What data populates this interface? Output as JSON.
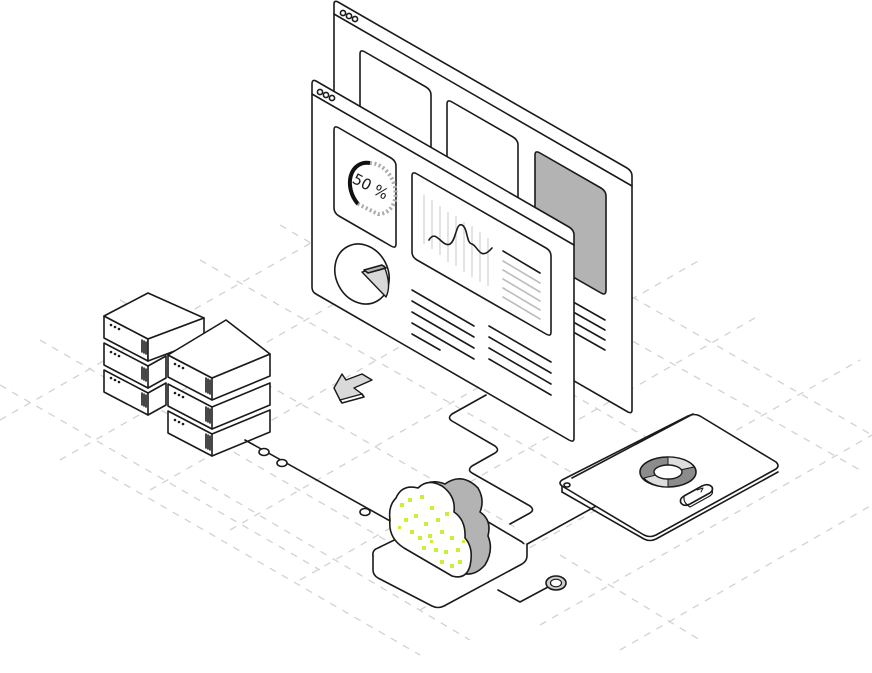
{
  "illustration": {
    "title": "Cloud dashboard isometric illustration",
    "colors": {
      "line": "#1a1a1a",
      "panel_fill": "#ffffff",
      "accent_grey": "#b3b3b3",
      "light_grey": "#d9d9d9",
      "grid": "#d2d2d2",
      "cloud_accent": "#c6f02a"
    },
    "front_window": {
      "gauge_label": "50 %",
      "gauge_value": 50
    },
    "icons": {
      "window_controls": "three-dots",
      "arrow": "arrow-down-left",
      "cloud": "cloud",
      "servers": "server-stack",
      "donut": "donut-chart",
      "toggle": "arrow-right-pill"
    }
  }
}
